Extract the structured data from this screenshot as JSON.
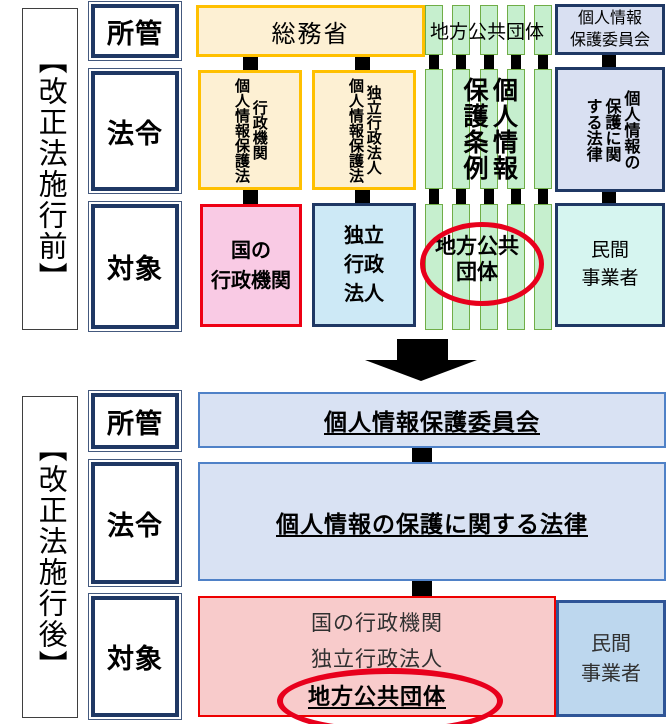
{
  "colors": {
    "navy_border": "#1f3864",
    "yellow_border": "#ffc000",
    "yellow_fill": "#fdf0d3",
    "red_highlight": "#e8001c",
    "pink_fill_before": "#f9cae4",
    "pink_fill_after": "#f8cbcb",
    "lightblue_fill": "#cde9f6",
    "cyan_fill": "#d6f5f0",
    "lavender_fill": "#d9e0f2",
    "green_bar_fill": "#c6efce",
    "green_bar_border": "#70ad47",
    "after_box_fill": "#d9e2f3",
    "after_box_border": "#4f81c7",
    "private_after_fill": "#bdd7ee",
    "connector": "#000000"
  },
  "before": {
    "bracket": "【改正法施行前】",
    "row_labels": [
      "所管",
      "法令",
      "対象"
    ],
    "ministry": "総務省",
    "law_admin": "行政機関\n個人情報保護法",
    "law_iai": "独立行政法人\n個人情報保護法",
    "target_national": "国の\n行政機関",
    "target_iai": "独立\n行政\n法人",
    "lg_header": "地方公共団体",
    "lg_ordinance": "個人情報\n保護条例",
    "lg_target": "地方公共\n団体",
    "ppc": "個人情報\n保護委員会",
    "appi_law": "個人情報の\n保護に関\nする法律",
    "private_business": "民間\n事業者"
  },
  "after": {
    "bracket": "【改正法施行後】",
    "row_labels": [
      "所管",
      "法令",
      "対象"
    ],
    "authority": "個人情報保護委員会",
    "law": "個人情報の保護に関する法律",
    "targets": [
      "国の行政機関",
      "独立行政法人"
    ],
    "target_highlight": "地方公共団体",
    "private_business": "民間\n事業者"
  }
}
